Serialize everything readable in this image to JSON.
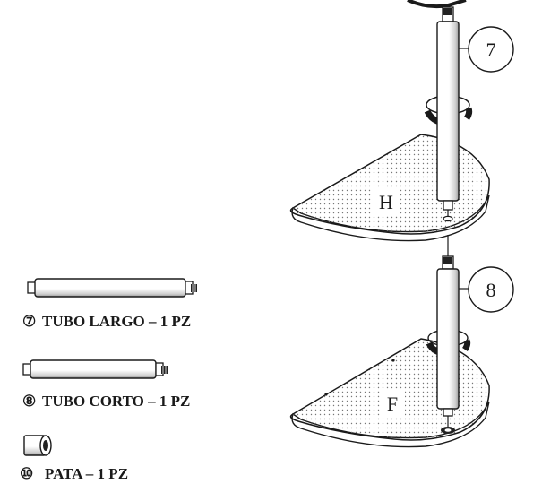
{
  "parts_list": [
    {
      "number": "7",
      "label": "TUBO LARGO – 1 PZ"
    },
    {
      "number": "8",
      "label": "TUBO CORTO – 1 PZ"
    },
    {
      "number": "10",
      "label": "PATA – 1 PZ"
    }
  ],
  "callouts": {
    "upper_tube": "7",
    "lower_tube": "8"
  },
  "boards": {
    "upper": "H",
    "lower": "F"
  },
  "colors": {
    "ink": "#1a1a1a",
    "paper": "#ffffff",
    "dots": "#777777"
  }
}
